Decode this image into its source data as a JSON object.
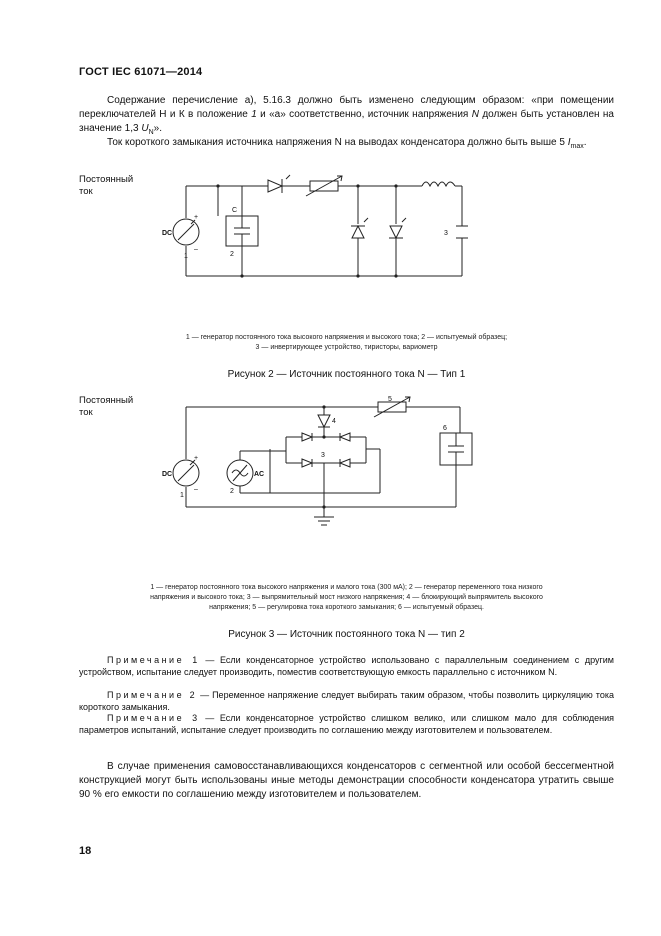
{
  "header": {
    "title": "ГОСТ IEC 61071—2014"
  },
  "intro": {
    "p1": "Содержание перечисление а), 5.16.3 должно быть изменено следующим образом: «при помещении переключателей Н и К в положение",
    "p1_italic": "1",
    "p1_cont": "и «а» соответственно, источник напряжения",
    "p1_N": "N",
    "p1_end": "должен быть установлен на значение 1,3",
    "p1_UN": "U",
    "p1_UN_sub": "N",
    "p1_close": "».",
    "p2": "Ток короткого замыкания источника напряжения N на выводах конденсатора должно быть выше 5",
    "p2_I": "I",
    "p2_I_sub": "max",
    "p2_end": "."
  },
  "figure2": {
    "side_label_1": "Постоянный",
    "side_label_2": "ток",
    "labels": {
      "dc": "DC",
      "c": "C",
      "one": "1",
      "two": "2",
      "three": "3",
      "plus": "+",
      "minus": "–"
    },
    "caption_line1": "1 — генератор постоянного тока высокого напряжения и высокого тока; 2 — испытуемый образец;",
    "caption_line2": "3 — инвертирующее устройство, тиристоры, вариометр",
    "title": "Рисунок 2 — Источник постоянного тока N — Тип 1"
  },
  "figure3": {
    "side_label_1": "Постоянный",
    "side_label_2": "ток",
    "labels": {
      "dc": "DC",
      "ac": "AC",
      "one": "1",
      "two": "2",
      "three": "3",
      "four": "4",
      "five": "5",
      "six": "6",
      "plus": "+",
      "minus": "–"
    },
    "caption_line1": "1 — генератор постоянного тока высокого напряжения и малого тока (300 мА); 2 — генератор переменного тока низкого",
    "caption_line2": "напряжения и высокого тока; 3 — выпрямительный мост низкого напряжения; 4 — блокирующий выпрямитель высокого",
    "caption_line3": "напряжения; 5 — регулировка тока короткого замыкания; 6 — испытуемый образец.",
    "title": "Рисунок 3 — Источник постоянного тока N — тип 2"
  },
  "notes": {
    "n1_label": "Примечание 1",
    "n1_text": "— Если конденсаторное устройство использовано с параллельным соединением с другим устройством, испытание следует производить, поместив соответствующую емкость параллельно с источником N.",
    "n2_label": "Примечание 2",
    "n2_text": "— Переменное напряжение следует выбирать таким образом, чтобы позволить циркуляцию тока короткого замыкания.",
    "n3_label": "Примечание 3",
    "n3_text": "— Если конденсаторное устройство слишком велико, или слишком мало для соблюдения параметров испытаний, испытание следует производить по соглашению между изготовителем и пользователем."
  },
  "closing": {
    "text": "В случае применения самовосстанавливающихся конденсаторов с сегментной или особой бессегментной конструкцией могут быть использованы иные методы демонстрации способности конденсатора утратить свыше 90 % его емкости по соглашению между изготовителем и пользователем."
  },
  "page_number": "18"
}
